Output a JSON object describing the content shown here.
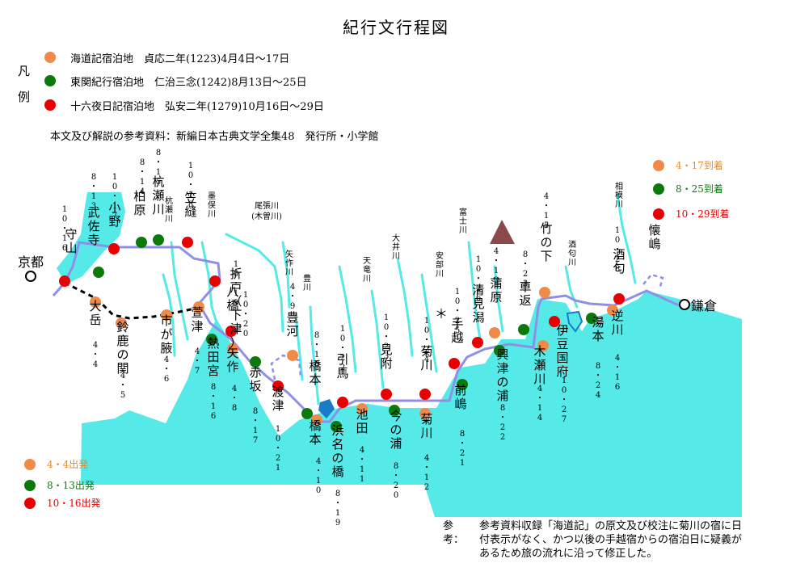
{
  "title": "紀行文行程図",
  "legend": {
    "heading": "凡例",
    "items": [
      {
        "color": "#f08a4b",
        "text": "海道記宿泊地　貞応二年(1223)4月4日～17日"
      },
      {
        "color": "#0b7a0b",
        "text": "東関紀行宿泊地　仁治三念(1242)8月13日～25日"
      },
      {
        "color": "#e80000",
        "text": "十六夜日記宿泊地　弘安二年(1279)10月16日～29日"
      }
    ]
  },
  "reference_source": "本文及び解説の参考資料：新編日本古典文学全集48　発行所・小学館",
  "arrivals": [
    {
      "color": "#f08a4b",
      "text": "4・17到着"
    },
    {
      "color": "#0b7a0b",
      "text": "8・25到着"
    },
    {
      "color": "#e80000",
      "text": "10・29到着"
    }
  ],
  "departures": [
    {
      "color": "#f08a4b",
      "text": "4・4出発"
    },
    {
      "color": "#0b7a0b",
      "text": "8・13出発"
    },
    {
      "color": "#e80000",
      "text": "10・16出発"
    }
  ],
  "note": {
    "head": "参考：",
    "body": "参考資料収録「海道記」の原文及び校注に菊川の宿に日付表示がなく、かつ以後の手越宿からの宿泊日に疑義があるため旅の流れに沿って修正した。"
  },
  "endpoints": {
    "start": "京都",
    "end": "鎌倉"
  },
  "rivers": [
    {
      "name": "杭瀬川"
    },
    {
      "name": "墨俣川"
    },
    {
      "name": "尾張川\n(木曽川)"
    },
    {
      "name": "矢作川"
    },
    {
      "name": "豊川"
    },
    {
      "name": "天竜川"
    },
    {
      "name": "大井川"
    },
    {
      "name": "安部川"
    },
    {
      "name": "富士川"
    },
    {
      "name": "酒匂川"
    },
    {
      "name": "相模川"
    }
  ],
  "stations": [
    {
      "name": "守山",
      "color": "#e80000",
      "date": "10・16"
    },
    {
      "name": "武佐寺",
      "color": "#0b7a0b",
      "date": "8・13"
    },
    {
      "name": "小野",
      "color": "#e80000",
      "date": "10・17"
    },
    {
      "name": "柏原",
      "color": "#0b7a0b",
      "date": "8・14"
    },
    {
      "name": "杭瀬川",
      "color": "#0b7a0b",
      "date": "8・15"
    },
    {
      "name": "笠縫",
      "color": "#e80000",
      "date": "10・18"
    },
    {
      "name": "大岳",
      "color": "#f08a4b",
      "date": "4・4"
    },
    {
      "name": "鈴鹿の関",
      "color": "#f08a4b",
      "date": "4・5"
    },
    {
      "name": "市が腋",
      "color": "#f08a4b",
      "date": "4・6"
    },
    {
      "name": "萱津",
      "color": "#f08a4b",
      "date": "4・7"
    },
    {
      "name": "折戸(下津)",
      "color": "#e80000",
      "date": "10.19"
    },
    {
      "name": "八橋",
      "color": "#e80000",
      "date": "10・20"
    },
    {
      "name": "熱田宮",
      "color": "#0b7a0b",
      "date": "8・16"
    },
    {
      "name": "矢作",
      "color": "#f08a4b",
      "date": "4・8"
    },
    {
      "name": "赤坂",
      "color": "#0b7a0b",
      "date": "8・17"
    },
    {
      "name": "豊河",
      "color": "#f08a4b",
      "date": "4・9"
    },
    {
      "name": "渡津",
      "color": "#e80000",
      "date": "10・21"
    },
    {
      "name": "橋本",
      "color": "#0b7a0b",
      "date": "8・18"
    },
    {
      "name": "橋本",
      "color": "#f08a4b",
      "date": "4・10"
    },
    {
      "name": "引馬",
      "color": "#e80000",
      "date": "10・22"
    },
    {
      "name": "浜名の橋",
      "color": "#0b7a0b",
      "date": "8・19"
    },
    {
      "name": "池田",
      "color": "#f08a4b",
      "date": "4・11"
    },
    {
      "name": "見附",
      "color": "#e80000",
      "date": "10・23"
    },
    {
      "name": "今の浦",
      "color": "#0b7a0b",
      "date": "8・20"
    },
    {
      "name": "菊川",
      "color": "#e80000",
      "date": "10・24"
    },
    {
      "name": "菊川",
      "color": "#f08a4b",
      "date": "4・12"
    },
    {
      "name": "手越",
      "color": "#e80000",
      "date": "10・25"
    },
    {
      "name": "前嶋",
      "color": "#0b7a0b",
      "date": "8・21"
    },
    {
      "name": "清見潟",
      "color": "#e80000",
      "date": "10・26"
    },
    {
      "name": "蒲原",
      "color": "#f08a4b",
      "date": "4・13"
    },
    {
      "name": "興津の浦",
      "color": "#0b7a0b",
      "date": "8・22"
    },
    {
      "name": "車返",
      "color": "#0b7a0b",
      "date": "8・23"
    },
    {
      "name": "竹の下",
      "color": "#f08a4b",
      "date": "4・15"
    },
    {
      "name": "木瀬川",
      "color": "#f08a4b",
      "date": "4・14"
    },
    {
      "name": "伊豆国府",
      "color": "#e80000",
      "date": "10・27"
    },
    {
      "name": "湯本",
      "color": "#0b7a0b",
      "date": "8・24"
    },
    {
      "name": "逆川",
      "color": "#f08a4b",
      "date": "4・16"
    },
    {
      "name": "酒匂",
      "color": "#e80000",
      "date": "10・28"
    },
    {
      "name": "懐嶋",
      "color": "",
      "date": ""
    }
  ],
  "asterisk": "＊"
}
